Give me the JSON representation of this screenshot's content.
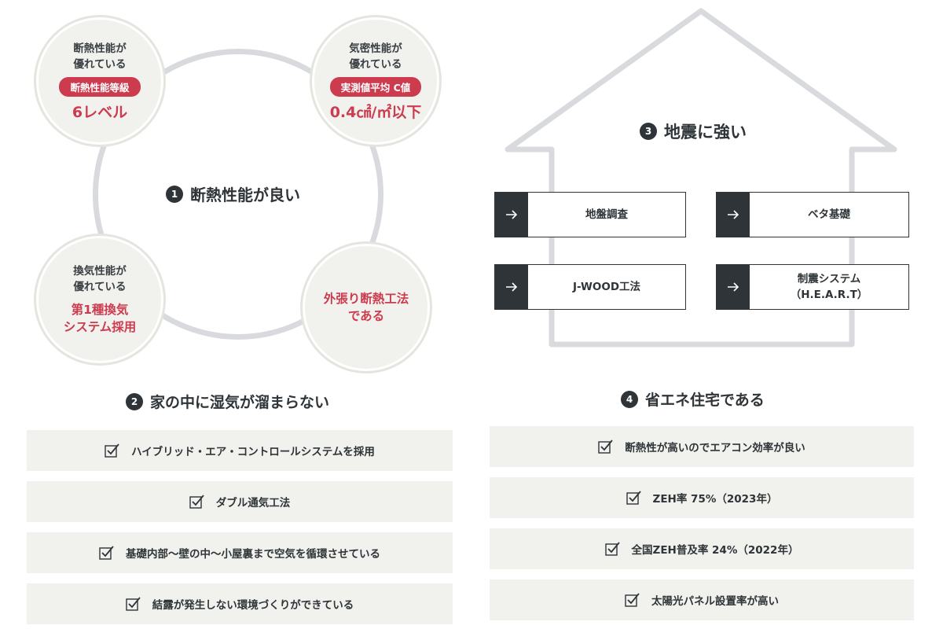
{
  "section1": {
    "number": "1",
    "title": "断熱性能が良い",
    "circles": {
      "tl": {
        "line1": "断熱性能が",
        "line2": "優れている",
        "pill": "断熱性能等級",
        "value": "6レベル"
      },
      "tr": {
        "line1": "気密性能が",
        "line2": "優れている",
        "pill": "実測値平均 C値",
        "value": "0.4㎠/㎡以下"
      },
      "bl": {
        "line1": "換気性能が",
        "line2": "優れている",
        "red1": "第1種換気",
        "red2": "システム採用"
      },
      "br": {
        "red1": "外張り断熱工法",
        "red2": "である"
      }
    }
  },
  "section2": {
    "number": "2",
    "title": "家の中に湿気が溜まらない",
    "items": [
      "ハイブリッド・エア・コントロールシステムを採用",
      "ダブル通気工法",
      "基礎内部〜壁の中〜小屋裏まで空気を循環させている",
      "結露が発生しない環境づくりができている"
    ]
  },
  "section3": {
    "number": "3",
    "title": "地震に強い",
    "boxes": {
      "a": {
        "label": "地盤調査"
      },
      "b": {
        "label": "ベタ基礎"
      },
      "c": {
        "label": "J-WOOD工法"
      },
      "d": {
        "line1": "制震システム",
        "line2": "（H.E.A.R.T）"
      }
    }
  },
  "section4": {
    "number": "4",
    "title": "省エネ住宅である",
    "items": [
      "断熱性が高いのでエアコン効率が良い",
      "ZEH率 75%（2023年）",
      "全国ZEH普及率 24%（2022年）",
      "太陽光パネル設置率が高い"
    ]
  },
  "colors": {
    "accent": "#cc3b4e",
    "dark": "#2e3438",
    "panel": "#f1f2ed",
    "line": "#d8dadd"
  }
}
